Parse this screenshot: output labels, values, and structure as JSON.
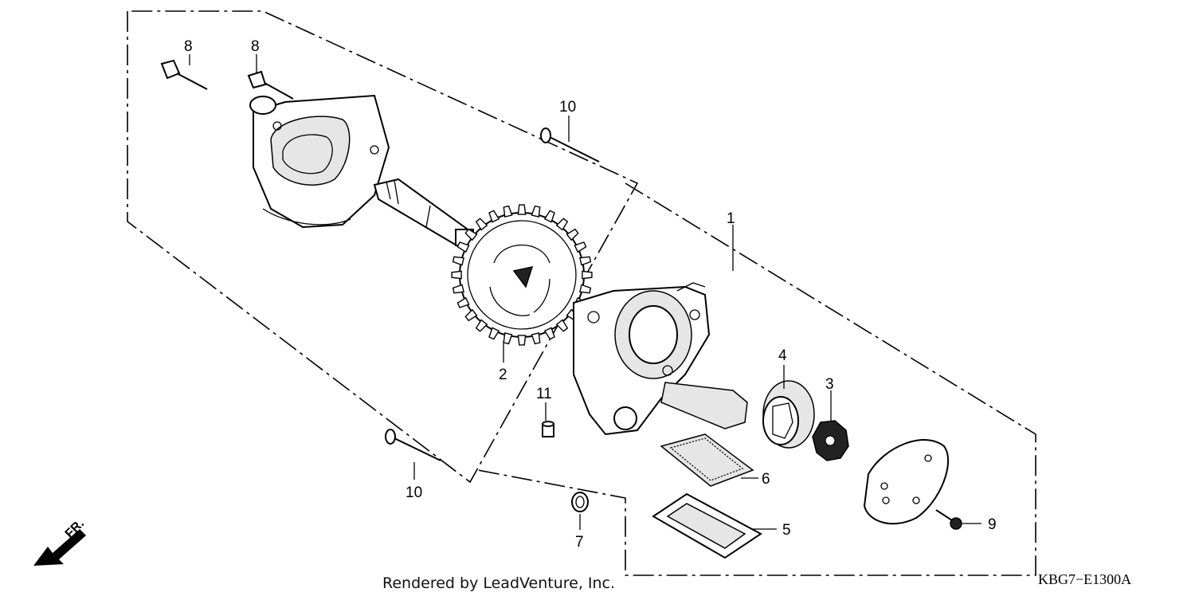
{
  "diagram": {
    "callouts": {
      "c1": "1",
      "c2": "2",
      "c3": "3",
      "c4": "4",
      "c5": "5",
      "c6": "6",
      "c7": "7",
      "c8a": "8",
      "c8b": "8",
      "c9": "9",
      "c10a": "10",
      "c10b": "10",
      "c11": "11"
    },
    "direction_label": "FR.",
    "footer_text": "Rendered by LeadVenture, Inc.",
    "diagram_code": "KBG7−E1300A"
  }
}
